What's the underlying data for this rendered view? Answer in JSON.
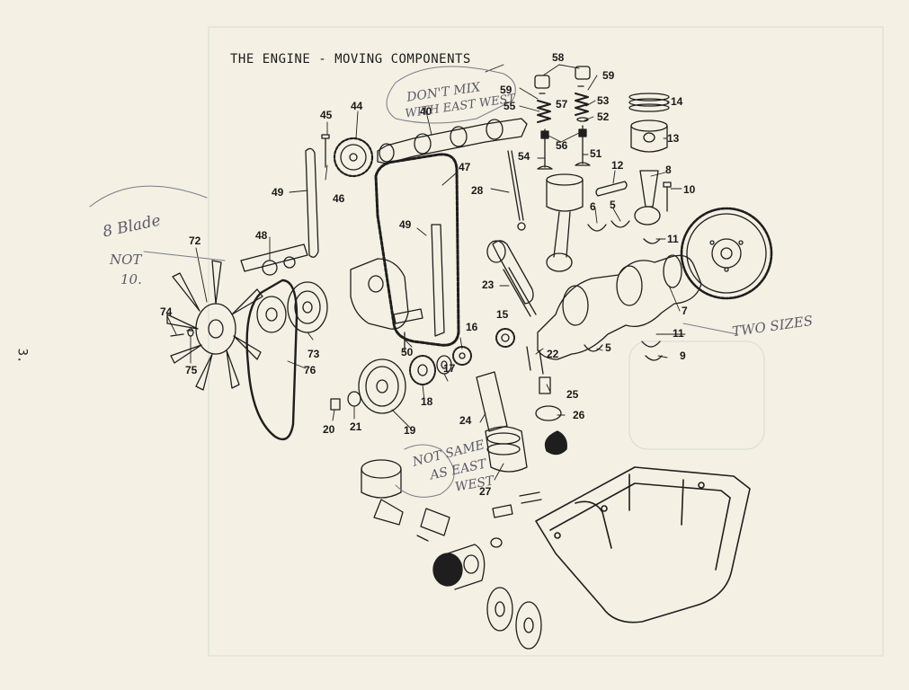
{
  "title": "THE ENGINE - MOVING COMPONENTS",
  "page_number": "3.",
  "callouts": [
    "58",
    "59",
    "59",
    "57",
    "55",
    "53",
    "52",
    "14",
    "13",
    "56",
    "54",
    "51",
    "45",
    "44",
    "40",
    "46",
    "49",
    "47",
    "12",
    "8",
    "10",
    "28",
    "6",
    "5",
    "11",
    "72",
    "48",
    "49",
    "23",
    "15",
    "16",
    "74",
    "73",
    "75",
    "76",
    "50",
    "17",
    "18",
    "19",
    "20",
    "21",
    "22",
    "5",
    "11",
    "9",
    "25",
    "24",
    "26",
    "27",
    "7"
  ],
  "handwritten": {
    "dont_mix": "DON'T MIX",
    "with_east_west": "WITH EAST WEST",
    "blades": "8 Blade",
    "not10_a": "NOT",
    "not10_b": "10.",
    "two_sizes": "TWO SIZES",
    "not_same": "NOT SAME",
    "as_east": "AS EAST",
    "west": "WEST"
  }
}
